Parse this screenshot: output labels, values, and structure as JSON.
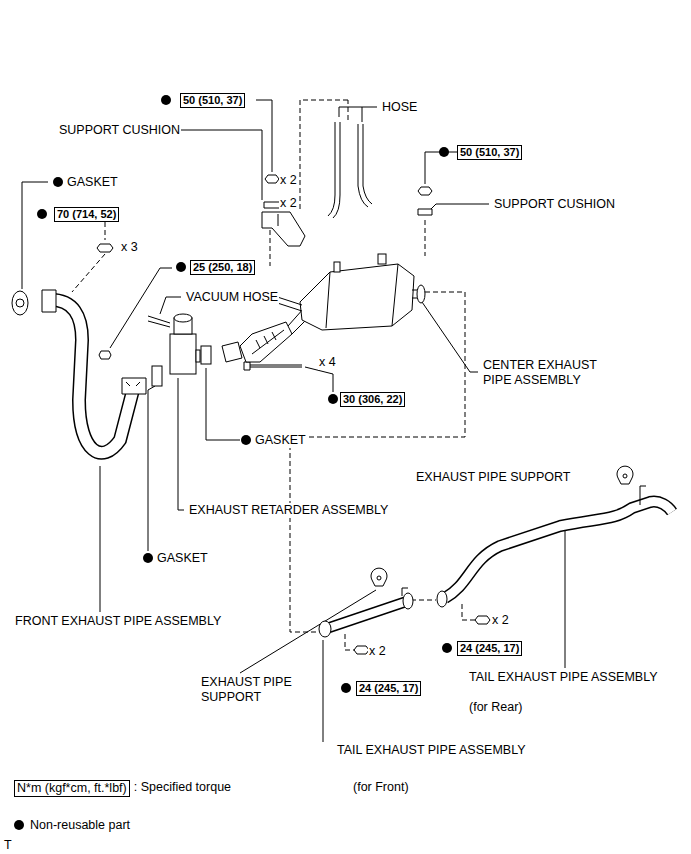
{
  "diagram": {
    "nodes": [
      {
        "text": [
          "50 (510, 37)"
        ]
      },
      {
        "text": [
          "50 (510, 37)"
        ]
      },
      {
        "text": [
          "70 (714, 52)"
        ]
      },
      {
        "text": [
          "25 (250, 18)"
        ]
      },
      {
        "text": [
          "30 (306, 22)"
        ]
      },
      {
        "text": [
          "24 (245, 17)"
        ]
      },
      {
        "text": [
          "24 (245, 17)"
        ]
      },
      {
        "text": [
          "N*m (kgf*cm, ft.*lbf)"
        ]
      }
    ],
    "labels": [
      "SUPPORT CUSHION",
      "x 2",
      "x 2",
      "HOSE",
      "GASKET",
      "SUPPORT CUSHION",
      "x 3",
      "VACUUM HOSE",
      "x 4",
      "CENTER EXHAUST PIPE ASSEMBLY",
      "GASKET",
      "EXHAUST PIPE SUPPORT",
      "EXHAUST RETARDER ASSEMBLY",
      "GASKET",
      "FRONT EXHAUST PIPE ASSEMBLY",
      "x 2",
      "x 2",
      "EXHAUST PIPE SUPPORT",
      "TAIL EXHAUST PIPE ASSEMBLY",
      "(for Rear)",
      "TAIL EXHAUST PIPE ASSEMBLY",
      "(for Front)",
      ": Specified torque",
      "T"
    ],
    "legend": [
      {
        "text": "Non-reusable part"
      }
    ]
  }
}
